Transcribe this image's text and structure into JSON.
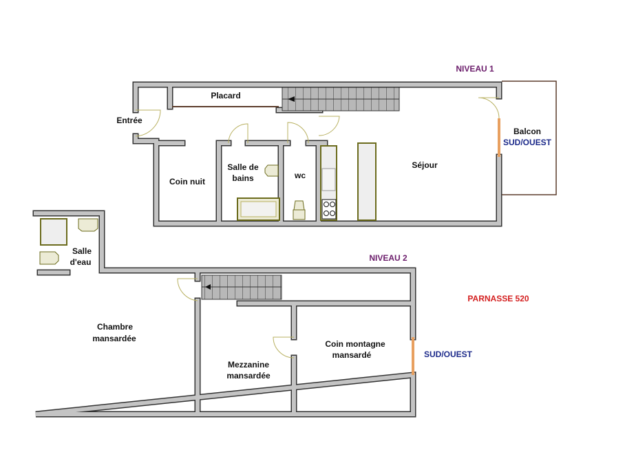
{
  "level1": {
    "title": "NIVEAU 1",
    "rooms": {
      "placard": "Placard",
      "entree": "Entrée",
      "coin_nuit": "Coin nuit",
      "salle_de_bains_1": "Salle de",
      "salle_de_bains_2": "bains",
      "wc": "wc",
      "sejour": "Séjour",
      "balcon": "Balcon"
    },
    "orientation": "SUD/OUEST"
  },
  "level2": {
    "title": "NIVEAU 2",
    "rooms": {
      "salle_eau_1": "Salle",
      "salle_eau_2": "d'eau",
      "chambre_1": "Chambre",
      "chambre_2": "mansardée",
      "mezzanine_1": "Mezzanine",
      "mezzanine_2": "mansardée",
      "coin_montagne_1": "Coin montagne",
      "coin_montagne_2": "mansardé"
    },
    "orientation": "SUD/OUEST"
  },
  "property_name": "PARNASSE 520",
  "colors": {
    "wall": "#c4c4c4",
    "outline": "#333333",
    "window": "#e8a060",
    "fixture": "#6b6b1c",
    "level_title": "#6b1c6b",
    "orientation": "#1c2a8a",
    "property": "#d42020"
  }
}
